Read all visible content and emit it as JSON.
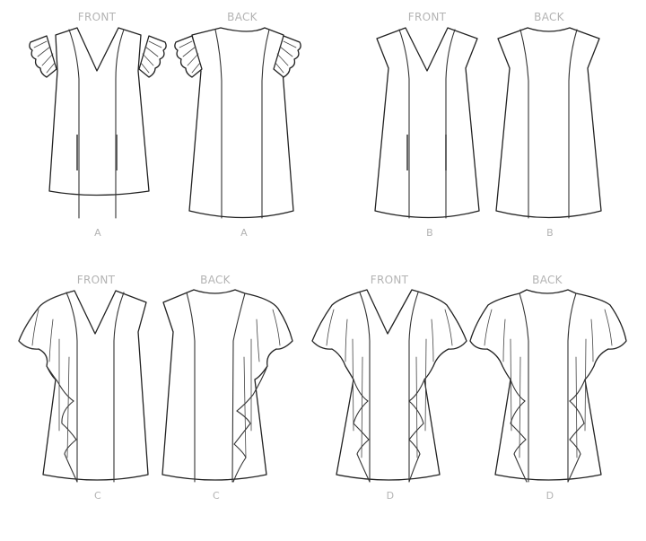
{
  "figure": {
    "type": "sewing-pattern-technical-drawings",
    "views": [
      {
        "id": "A-front",
        "view_label": "FRONT",
        "variation": "A"
      },
      {
        "id": "A-back",
        "view_label": "BACK",
        "variation": "A"
      },
      {
        "id": "B-front",
        "view_label": "FRONT",
        "variation": "B"
      },
      {
        "id": "B-back",
        "view_label": "BACK",
        "variation": "B"
      },
      {
        "id": "C-front",
        "view_label": "FRONT",
        "variation": "C"
      },
      {
        "id": "C-back",
        "view_label": "BACK",
        "variation": "C"
      },
      {
        "id": "D-front",
        "view_label": "FRONT",
        "variation": "D"
      },
      {
        "id": "D-back",
        "view_label": "BACK",
        "variation": "D"
      }
    ],
    "colors": {
      "label": "#b3b3b3",
      "outline": "#222222",
      "background": "#ffffff"
    }
  }
}
